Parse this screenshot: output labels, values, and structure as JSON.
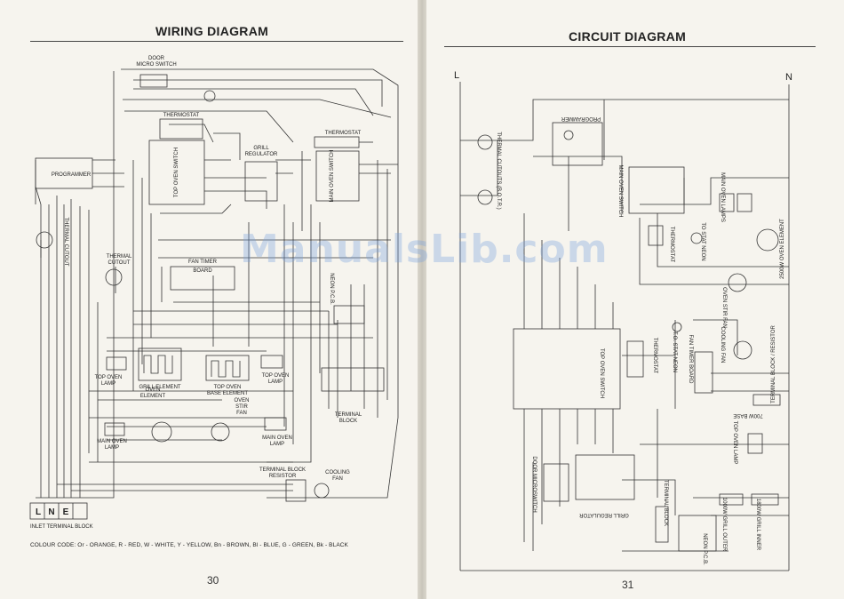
{
  "left_page": {
    "title": "WIRING DIAGRAM",
    "page_number": "30",
    "colour_code": "COLOUR CODE: Or - ORANGE, R - RED, W - WHITE, Y - YELLOW, Bn - BROWN, Bl - BLUE, G - GREEN, Bk - BLACK",
    "labels": {
      "door_micro_switch_1": "DOOR",
      "door_micro_switch_2": "MICRO SWITCH",
      "thermostat_a": "THERMOSTAT",
      "thermostat_b": "THERMOSTAT",
      "grill_regulator_1": "GRILL",
      "grill_regulator_2": "REGULATOR",
      "top_oven_switch": "TOP OVEN SWITCH",
      "main_oven_switch": "MAIN OVEN SWITCH",
      "programmer": "PROGRAMMER",
      "thermal_cutout_a": "THERMAL CUTOUT",
      "thermal_cutout_b_1": "THERMAL",
      "thermal_cutout_b_2": "CUTOUT",
      "fan_timer_1": "FAN TIMER",
      "fan_timer_2": "BOARD",
      "neon_pcb": "NEON P.C.B.",
      "top_oven_lamp_a_1": "TOP OVEN",
      "top_oven_lamp_a_2": "LAMP",
      "grill_element": "GRILL ELEMENT",
      "top_oven_base_1": "TOP OVEN",
      "top_oven_base_2": "BASE ELEMENT",
      "top_oven_lamp_b_1": "TOP OVEN",
      "top_oven_lamp_b_2": "LAMP",
      "terminal_block_1": "TERMINAL",
      "terminal_block_2": "BLOCK",
      "oven_element_1": "OVEN",
      "oven_element_2": "ELEMENT",
      "main_oven_lamp_a_1": "MAIN OVEN",
      "main_oven_lamp_a_2": "LAMP",
      "oven_stir_fan_1": "OVEN",
      "oven_stir_fan_2": "STIR",
      "oven_stir_fan_3": "FAN",
      "main_oven_lamp_b_1": "MAIN OVEN",
      "main_oven_lamp_b_2": "LAMP",
      "terminal_block_resistor_1": "TERMINAL BLOCK",
      "terminal_block_resistor_2": "RESISTOR",
      "cooling_fan_1": "COOLING",
      "cooling_fan_2": "FAN",
      "inlet_terminal": "INLET TERMINAL BLOCK",
      "term_l": "L",
      "term_n": "N",
      "term_e": "E"
    }
  },
  "right_page": {
    "title": "CIRCUIT DIAGRAM",
    "page_number": "31",
    "labels": {
      "l": "L",
      "n": "N",
      "programmer": "PROGRAMMER",
      "thermal_cutouts": "THERMAL CUTOUTS (B.O.T.R.)",
      "main_oven_switch": "MAIN OVEN SWITCH",
      "main_oven_lamps": "MAIN OVEN LAMPS",
      "thermostat_a": "THERMOSTAT",
      "to_stat_neon_a": "TO STAT NEON",
      "element_2500": "2500W OVEN ELEMENT",
      "oven_stir_fan": "OVEN STIR FAN",
      "top_oven_switch": "TOP OVEN SWITCH",
      "thermostat_b": "THERMOSTAT",
      "to_stat_neon_b": "T.O. STAT NEON",
      "fan_timer_board": "FAN TIMER BOARD",
      "cooling_fan": "COOLING FAN",
      "terminal_block_resistor": "TERMINAL BLOCK / RESISTOR",
      "base_700": "700W BASE",
      "top_oven_lamp": "TOP OVEN LAMP",
      "door_microswitch": "DOOR MICROSWITCH",
      "grill_regulator": "GRILL REGULATOR",
      "terminal_block": "TERMINAL BLOCK",
      "grill_outer": "1000W GRILL OUTER",
      "grill_inner": "1800W GRILL INNER",
      "neon_pcb": "NEON P.C.B."
    }
  },
  "watermark": "ManualsLib.com"
}
